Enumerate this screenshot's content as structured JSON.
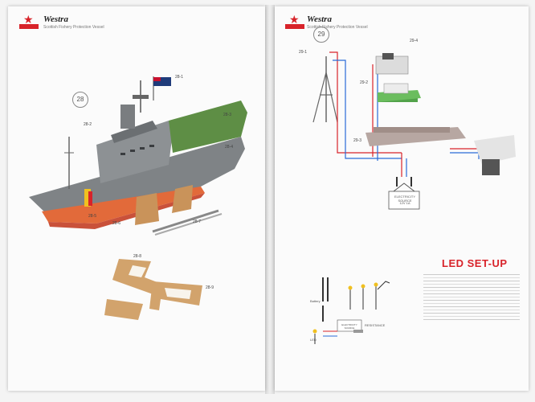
{
  "left_page": {
    "brand": "Westra",
    "subtitle": "Scottish Fishery Protection Vessel",
    "step_number": "28",
    "callouts": [
      "28-1",
      "28-2",
      "28-3",
      "28-4",
      "28-5",
      "28-6",
      "28-7",
      "28-8",
      "28-9"
    ]
  },
  "right_page": {
    "brand": "Westra",
    "subtitle": "Scottish Fishery Protection Vessel",
    "step_number": "29",
    "callouts": [
      "29-1",
      "29-2",
      "29-3",
      "29-4"
    ],
    "power_box": "ELECTRICITY SOURCE",
    "power_spec": "12V 1A",
    "led_title": "LED SET-UP",
    "led_labels": {
      "bulbs": "LED",
      "resistance": "RESISTANCE",
      "source": "ELECTRICITY SOURCE",
      "battery": "Battery"
    }
  },
  "colors": {
    "brand_red": "#d8232a"
  }
}
